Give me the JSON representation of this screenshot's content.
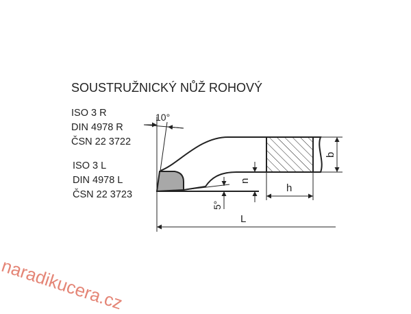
{
  "title": "SOUSTRUŽNICKÝ NŮŽ ROHOVÝ",
  "right_hand": [
    "ISO 3 R",
    "DIN 4978 R",
    "ČSN 22 3722"
  ],
  "left_hand": [
    "ISO 3 L",
    "DIN 4978 L",
    "ČSN 22 3723"
  ],
  "dimensions": {
    "angle_top": "10°",
    "angle_bottom": "5°",
    "b": "b",
    "h": "h",
    "n": "n",
    "L": "L"
  },
  "watermark": "naradikucera.cz",
  "colors": {
    "line": "#222222",
    "insert": "#a8a8a8",
    "watermark": "#e0705f"
  }
}
